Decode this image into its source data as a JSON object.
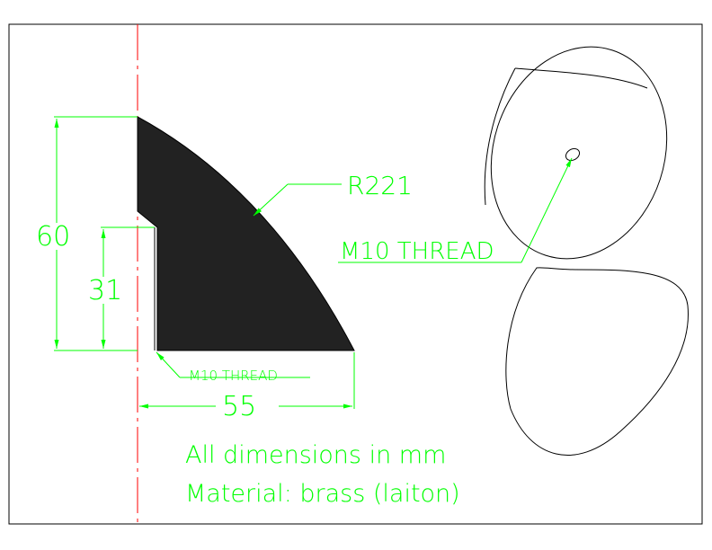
{
  "drawing": {
    "dimensions": {
      "height_outer": "60",
      "height_inner": "31",
      "width": "55",
      "radius": "R221"
    },
    "callouts": {
      "section_thread": "M10 THREAD",
      "view_thread": "M10 THREAD"
    },
    "notes": {
      "line1": "All dimensions in mm",
      "line2": "Material: brass (laiton)"
    },
    "colors": {
      "dimension": "#00ff00",
      "centerline": "#ff0000",
      "outline": "#000000",
      "border": "#000000"
    }
  }
}
